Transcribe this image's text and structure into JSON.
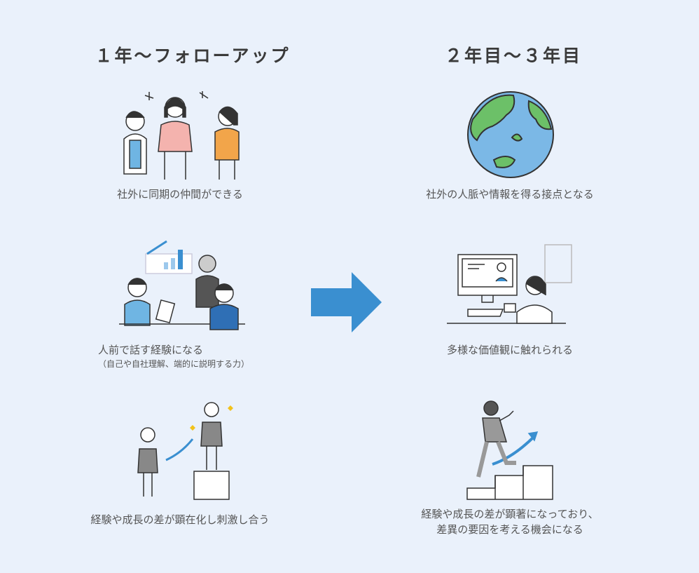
{
  "left": {
    "title": "１年〜フォローアップ",
    "items": [
      {
        "caption": "社外に同期の仲間ができる",
        "icon": "chatting-colleagues-illustration"
      },
      {
        "caption": "人前で話す経験になる",
        "sub": "（自己や自社理解、端的に説明する力）",
        "icon": "meeting-presentation-illustration"
      },
      {
        "caption": "経験や成長の差が顕在化し刺激し合う",
        "icon": "growth-comparison-illustration"
      }
    ]
  },
  "right": {
    "title": "２年目〜３年目",
    "items": [
      {
        "caption": "社外の人脈や情報を得る接点となる",
        "icon": "globe-illustration"
      },
      {
        "caption": "多様な価値観に触れられる",
        "icon": "online-meeting-illustration"
      },
      {
        "caption": "経験や成長の差が顕著になっており、",
        "caption2": "差異の要因を考える機会になる",
        "icon": "climbing-stairs-illustration"
      }
    ]
  },
  "colors": {
    "background": "#EAF1FB",
    "arrow": "#3A8FD0",
    "ocean": "#7BB8E6",
    "land": "#6CC068"
  }
}
